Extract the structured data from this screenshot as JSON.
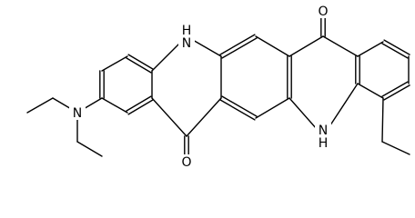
{
  "molecule": {
    "atoms": [
      {
        "id": "o_top",
        "element": "O",
        "label": "O"
      },
      {
        "id": "nh_top",
        "element": "N",
        "label": "H\nN"
      },
      {
        "id": "o_bottom",
        "element": "O",
        "label": "O"
      },
      {
        "id": "n_amine",
        "element": "N",
        "label": "N"
      },
      {
        "id": "nh_bottom",
        "element": "N",
        "label": "N\nH"
      }
    ]
  },
  "colors": {
    "bond": "#000000",
    "text": "#000000",
    "background": "#ffffff"
  }
}
